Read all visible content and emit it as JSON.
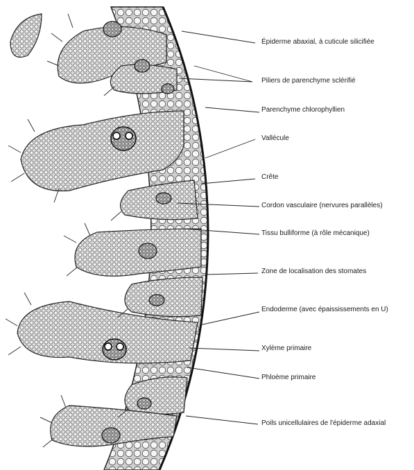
{
  "labels": [
    "Épiderme abaxial, à cuticule silicifiée",
    "Piliers de parenchyme sclérifié",
    "Parenchyme chlorophyllien",
    "Vallécule",
    "Crête",
    "Cordon vasculaire (nervures parallèles)",
    "Tissu bulliforme (à rôle mécanique)",
    "Zone de localisation des stomates",
    "Endoderme (avec épaississements en U)",
    "Xylème primaire",
    "Phloème primaire",
    "Poils unicellulaires de l'épiderme adaxial"
  ]
}
